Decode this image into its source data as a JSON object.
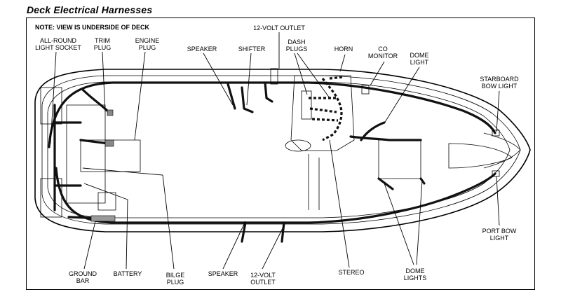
{
  "title": "Deck Electrical Harnesses",
  "note": "NOTE: VIEW IS UNDERSIDE OF DECK",
  "labels": {
    "all_round_1": "ALL-ROUND",
    "all_round_2": "LIGHT SOCKET",
    "trim_1": "TRIM",
    "trim_2": "PLUG",
    "engine_1": "ENGINE",
    "engine_2": "PLUG",
    "speaker_top": "SPEAKER",
    "shifter": "SHIFTER",
    "outlet_top": "12-VOLT OUTLET",
    "dash_1": "DASH",
    "dash_2": "PLUGS",
    "horn": "HORN",
    "co_1": "CO",
    "co_2": "MONITOR",
    "dome_top_1": "DOME",
    "dome_top_2": "LIGHT",
    "starboard_1": "STARBOARD",
    "starboard_2": "BOW LIGHT",
    "port_1": "PORT BOW",
    "port_2": "LIGHT",
    "ground_1": "GROUND",
    "ground_2": "BAR",
    "battery": "BATTERY",
    "bilge_1": "BILGE",
    "bilge_2": "PLUG",
    "speaker_bottom": "SPEAKER",
    "outlet_bottom_1": "12-VOLT",
    "outlet_bottom_2": "OUTLET",
    "stereo": "STEREO",
    "dome_lights_1": "DOME",
    "dome_lights_2": "LIGHTS"
  }
}
